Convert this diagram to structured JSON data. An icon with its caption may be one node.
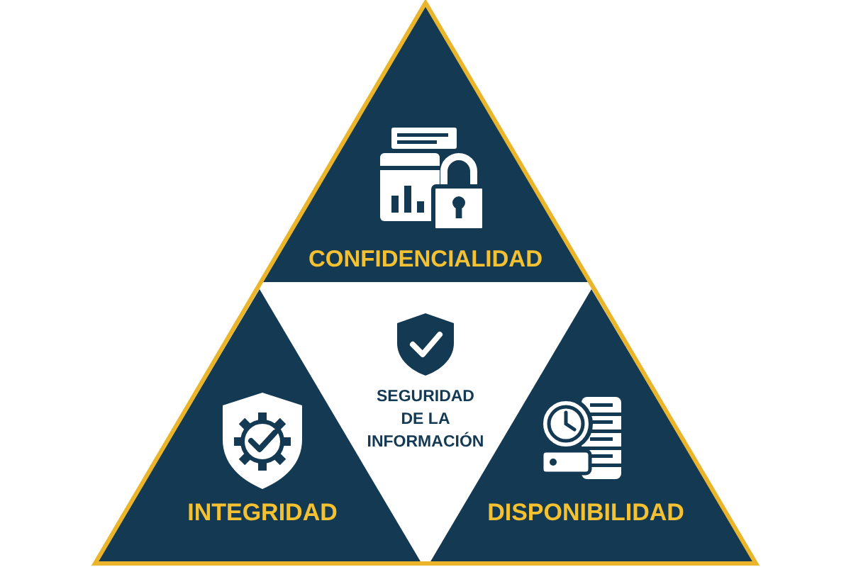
{
  "diagram": {
    "nodes": [
      {
        "text": [
          "CONFIDENCIALIDAD"
        ]
      },
      {
        "text": [
          "SEGURIDAD DE LA INFORMACIÓN"
        ]
      },
      {
        "text": [
          "INTEGRIDAD"
        ]
      },
      {
        "text": [
          "DISPONIBILIDAD"
        ]
      }
    ]
  }
}
